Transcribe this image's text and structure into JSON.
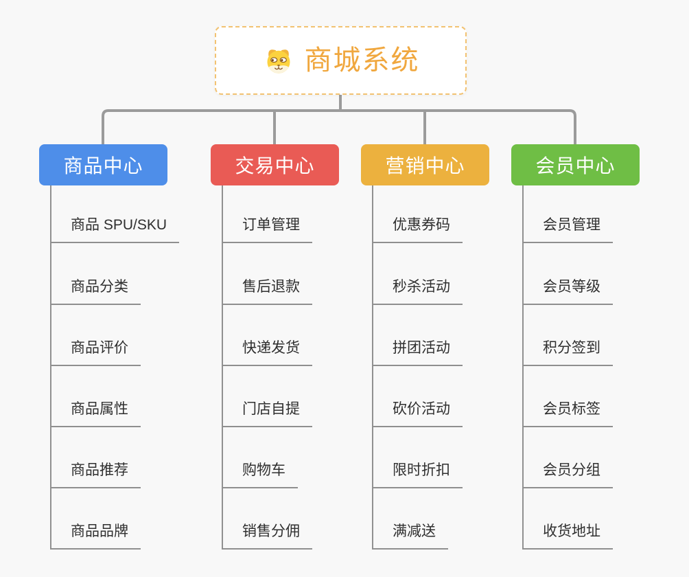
{
  "root": {
    "title": "商城系统",
    "icon": "dog-face-icon",
    "accent_color": "#f0a73e",
    "border_color": "#f2c271"
  },
  "connector_color": "#9b9b9b",
  "branches": [
    {
      "label": "商品中心",
      "color": "#4e8ee9",
      "children": [
        "商品 SPU/SKU",
        "商品分类",
        "商品评价",
        "商品属性",
        "商品推荐",
        "商品品牌"
      ]
    },
    {
      "label": "交易中心",
      "color": "#e95b55",
      "children": [
        "订单管理",
        "售后退款",
        "快递发货",
        "门店自提",
        "购物车",
        "销售分佣"
      ]
    },
    {
      "label": "营销中心",
      "color": "#ecb13e",
      "children": [
        "优惠券码",
        "秒杀活动",
        "拼团活动",
        "砍价活动",
        "限时折扣",
        "满减送"
      ]
    },
    {
      "label": "会员中心",
      "color": "#6fbe45",
      "children": [
        "会员管理",
        "会员等级",
        "积分签到",
        "会员标签",
        "会员分组",
        "收货地址"
      ]
    }
  ]
}
